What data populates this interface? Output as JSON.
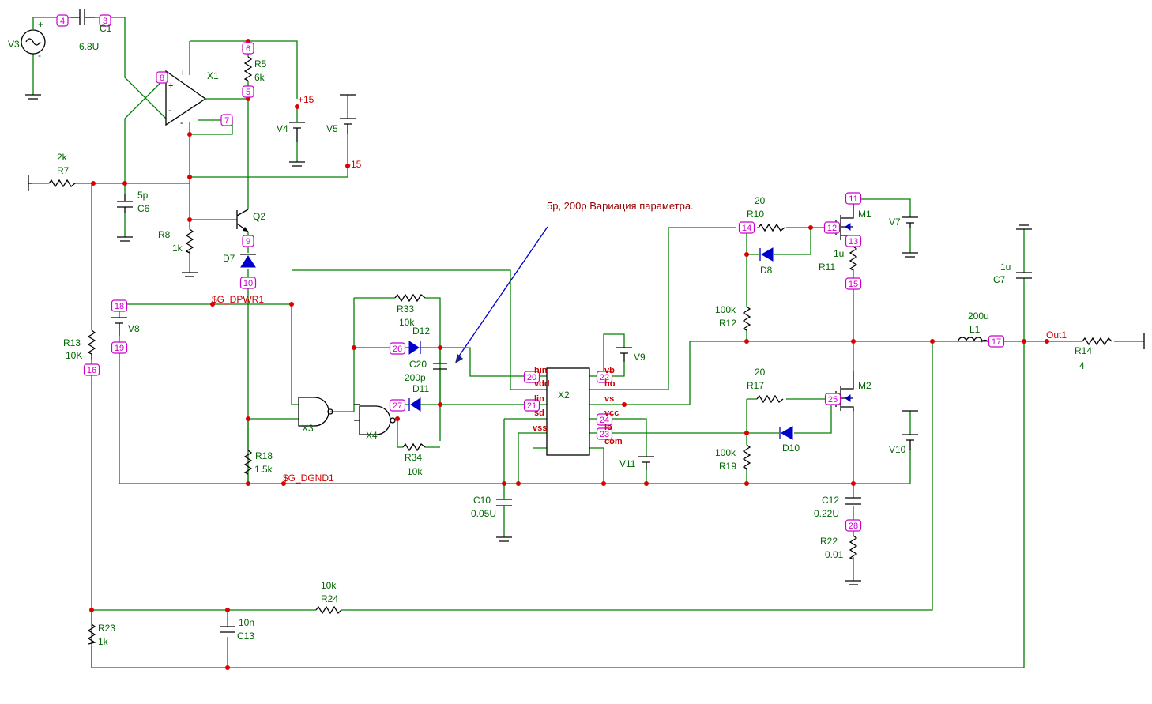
{
  "annotation": "5p, 200p Вариация параметра.",
  "components": {
    "V3": "V3",
    "C1": "C1",
    "C1_val": "6.8U",
    "X1": "X1",
    "R5": "R5",
    "R5_val": "6k",
    "V4": "V4",
    "V5": "V5",
    "plus15": "+15",
    "minus15": "-15",
    "R7": "R7",
    "R7_val": "2k",
    "C6": "C6",
    "C6_val": "5p",
    "R8": "R8",
    "R8_val": "1k",
    "Q2": "Q2",
    "D7": "D7",
    "R13": "R13",
    "R13_val": "10K",
    "V8": "V8",
    "sg_dpwr": "$G_DPWR1",
    "sg_dgnd": "$G_DGND1",
    "R33": "R33",
    "R33_val": "10k",
    "D12": "D12",
    "D11": "D11",
    "C20": "C20",
    "C20_val": "200p",
    "R34": "R34",
    "R34_val": "10k",
    "X3": "X3",
    "X4": "X4",
    "R18": "R18",
    "R18_val": "1.5k",
    "X2": "X2",
    "V9": "V9",
    "V11": "V11",
    "C10": "C10",
    "C10_val": "0.05U",
    "R10": "R10",
    "R10_val": "20",
    "M1": "M1",
    "V7": "V7",
    "D8": "D8",
    "R11": "R11",
    "R11_val": "1u",
    "R12": "R12",
    "R12_val": "100k",
    "R17": "R17",
    "R17_val": "20",
    "M2": "M2",
    "D10": "D10",
    "R19": "R19",
    "R19_val": "100k",
    "V10": "V10",
    "C12": "C12",
    "C12_val": "0.22U",
    "R22": "R22",
    "R22_val": "0.01",
    "C7": "C7",
    "C7_val": "1u",
    "L1": "L1",
    "L1_val": "200u",
    "out1": "Out1",
    "R14": "R14",
    "R14_val": "4",
    "R24": "R24",
    "R24_val": "10k",
    "R23": "R23",
    "R23_val": "1k",
    "C13": "C13",
    "C13_val": "10n"
  },
  "x2_pins": {
    "hin": "hin",
    "vdd": "vdd",
    "lin": "lin",
    "sd": "sd",
    "vss": "vss",
    "vb": "vb",
    "ho": "ho",
    "vs": "vs",
    "vcc": "vcc",
    "lo": "lo",
    "com": "com"
  },
  "nodes": [
    "3",
    "4",
    "5",
    "6",
    "7",
    "8",
    "9",
    "10",
    "11",
    "12",
    "13",
    "14",
    "15",
    "16",
    "17",
    "18",
    "19",
    "20",
    "21",
    "22",
    "23",
    "24",
    "25",
    "26",
    "27",
    "28"
  ],
  "colors": {
    "wire": "#008000",
    "symbol": "#000000",
    "diode": "#0000cc",
    "junction": "#dd0000",
    "node_label": "#cc00cc",
    "value_text": "#006600",
    "power_text": "#cc0000"
  }
}
